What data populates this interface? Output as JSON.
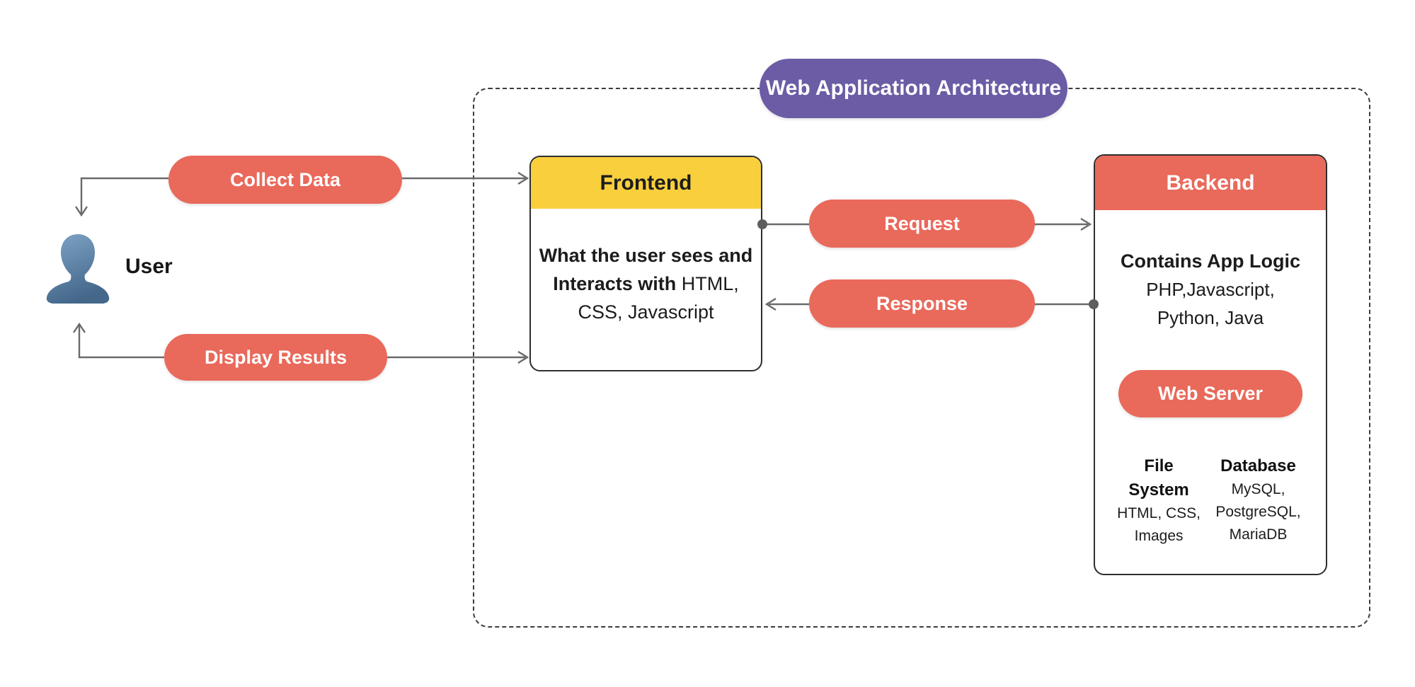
{
  "diagram": {
    "title": "Web Application Architecture",
    "colors": {
      "title_purple": "#6C5CA5",
      "pill_coral": "#E9695B",
      "frontend_yellow": "#F9CF3D",
      "line_gray": "#6a6a6a",
      "user_icon_blue_top": "#7FA5C7",
      "user_icon_blue_bottom": "#44678A"
    }
  },
  "user": {
    "label": "User"
  },
  "flows": {
    "collect_data": "Collect Data",
    "display_results": "Display Results",
    "request": "Request",
    "response": "Response"
  },
  "frontend": {
    "title": "Frontend",
    "body_lines": [
      {
        "bold": "What the user sees and",
        "rest": ""
      },
      {
        "bold": "Interacts with",
        "rest": " HTML,"
      },
      {
        "bold": "",
        "rest": "CSS, Javascript"
      }
    ]
  },
  "backend": {
    "title": "Backend",
    "logic_title": "Contains App Logic",
    "logic_lines": [
      "PHP,Javascript,",
      "Python, Java"
    ],
    "web_server_label": "Web Server",
    "columns": [
      {
        "title": "File System",
        "lines": [
          "HTML, CSS,",
          "Images"
        ]
      },
      {
        "title": "Database",
        "lines": [
          "MySQL,",
          "PostgreSQL,",
          "MariaDB"
        ]
      }
    ]
  }
}
